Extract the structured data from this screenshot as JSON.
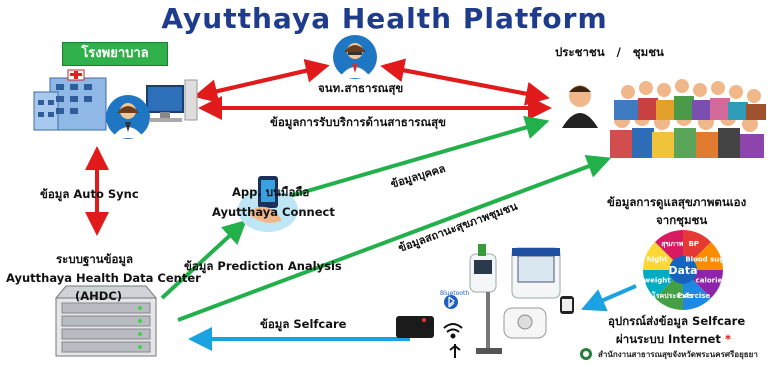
{
  "title": "Ayutthaya Health Platform",
  "nodes": {
    "hospital": "โรงพยาบาล",
    "officer": "จนท.สาธารณสุข",
    "public": "ประชาชน   /   ชุมชน",
    "app_line1": "App. บนมือถือ",
    "app_line2": "Ayutthaya Connect",
    "db_line1": "ระบบฐานข้อมูล",
    "db_line2": "Ayutthaya Health Data Center",
    "db_abbr": "(AHDC)",
    "selfcare_line1": "ข้อมูลการดูแลสุขภาพตนเอง",
    "selfcare_line2": "จากชุมชน",
    "device_line1": "อุปกรณ์ส่งข้อมูล Selfcare",
    "device_line2": "ผ่านระบบ Internet",
    "device_star": "*"
  },
  "flows": {
    "service_data": "ข้อมูลการรับบริการด้านสาธารณสุข",
    "auto_sync": "ข้อมูล Auto Sync",
    "personal_data": "ข้อมูลบุคคล",
    "community_health": "ข้อมูลสถานะสุขภาพชุมชน",
    "prediction": "ข้อมูล Prediction Analysis",
    "selfcare": "ข้อมูล Selfcare"
  },
  "data_wheel": {
    "center": "Data",
    "segments": [
      "BP",
      "Blood sugar",
      "calorie",
      "Exercise",
      "โรคประจำตัว",
      "weight",
      "hight",
      "สุขภาพ"
    ]
  },
  "device_labels": {
    "bluetooth": "Bluetooth"
  },
  "footer": "สำนักงานสาธารณสุขจังหวัดพระนครศรีอยุธยา",
  "colors": {
    "title": "#1f3b8c",
    "red_arrow": "#e11b1b",
    "green_arrow": "#22b04b",
    "blue_arrow": "#1aa3e0",
    "hospital_badge": "#2fb04a"
  }
}
